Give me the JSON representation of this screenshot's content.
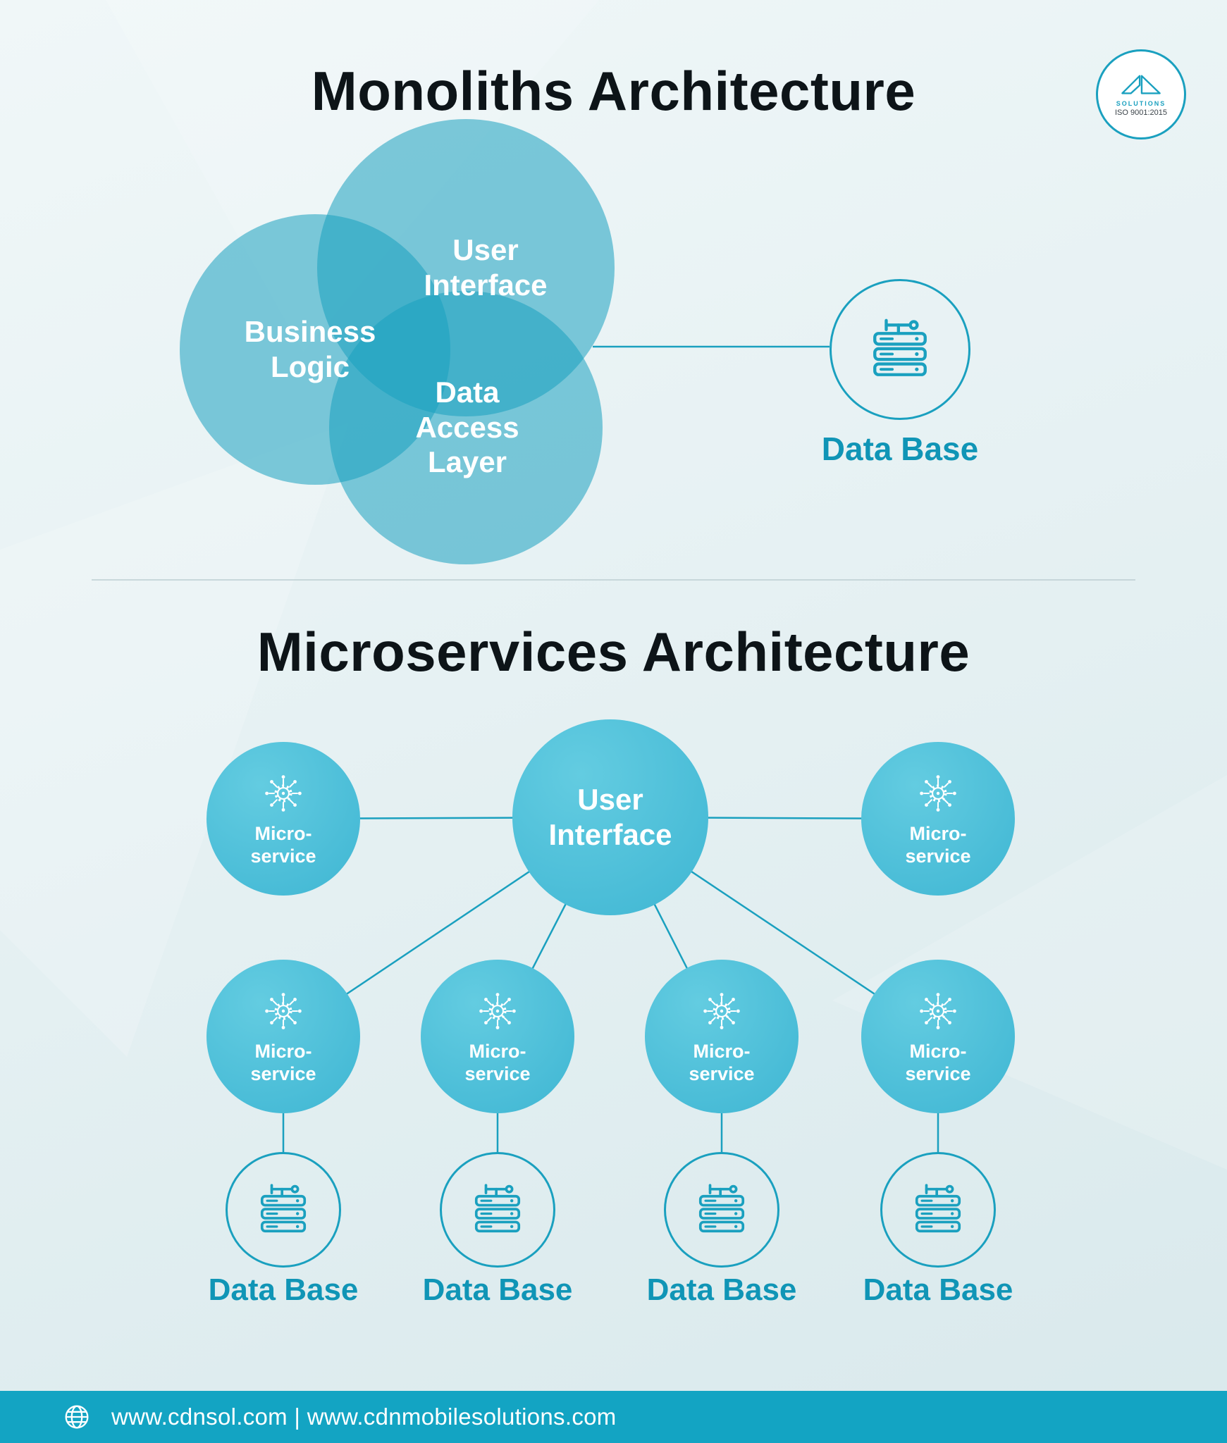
{
  "colors": {
    "accent": "#1aa0bf",
    "venn_fill": "rgba(26,160,192,0.55)",
    "node_grad_light": "#63cce1",
    "node_grad_dark": "#3fb6d3",
    "title": "#0d1418",
    "db_label": "#1095b6",
    "footer_bg": "#13a4c3",
    "bg_light": "#f0f7f8",
    "bg_dark": "#d9e9ec"
  },
  "brand": {
    "solutions": "SOLUTIONS",
    "iso": "ISO 9001:2015"
  },
  "monoliths": {
    "title": "Monoliths Architecture",
    "venn": {
      "user_interface": "User\nInterface",
      "business_logic": "Business\nLogic",
      "data_access_layer": "Data\nAccess\nLayer"
    },
    "database_label": "Data Base"
  },
  "microservices": {
    "title": "Microservices Architecture",
    "user_interface": "User\nInterface",
    "side_nodes": [
      {
        "label": "Micro-\nservice"
      },
      {
        "label": "Micro-\nservice"
      }
    ],
    "bottom_nodes": [
      {
        "label": "Micro-\nservice",
        "db_label": "Data Base"
      },
      {
        "label": "Micro-\nservice",
        "db_label": "Data Base"
      },
      {
        "label": "Micro-\nservice",
        "db_label": "Data Base"
      },
      {
        "label": "Micro-\nservice",
        "db_label": "Data Base"
      }
    ]
  },
  "footer": {
    "urls": "www.cdnsol.com  |  www.cdnmobilesolutions.com"
  }
}
